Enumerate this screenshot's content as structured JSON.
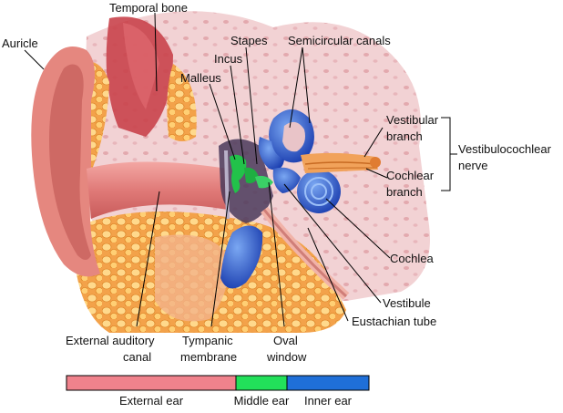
{
  "labels": {
    "temporal_bone": "Temporal bone",
    "auricle": "Auricle",
    "stapes": "Stapes",
    "semicircular_canals": "Semicircular canals",
    "incus": "Incus",
    "malleus": "Malleus",
    "vestibular_branch_1": "Vestibular",
    "vestibular_branch_2": "branch",
    "cochlear_branch_1": "Cochlear",
    "cochlear_branch_2": "branch",
    "nerve_1": "Vestibulocochlear",
    "nerve_2": "nerve",
    "cochlea": "Cochlea",
    "vestibule": "Vestibule",
    "eustachian_tube": "Eustachian tube",
    "external_canal_1": "External auditory",
    "external_canal_2": "canal",
    "tympanic_1": "Tympanic",
    "tympanic_2": "membrane",
    "oval_1": "Oval",
    "oval_2": "window"
  },
  "regions": [
    {
      "label": "External ear",
      "color": "#f0828c"
    },
    {
      "label": "Middle ear",
      "color": "#22e05a"
    },
    {
      "label": "Inner ear",
      "color": "#1f6fd8"
    }
  ]
}
